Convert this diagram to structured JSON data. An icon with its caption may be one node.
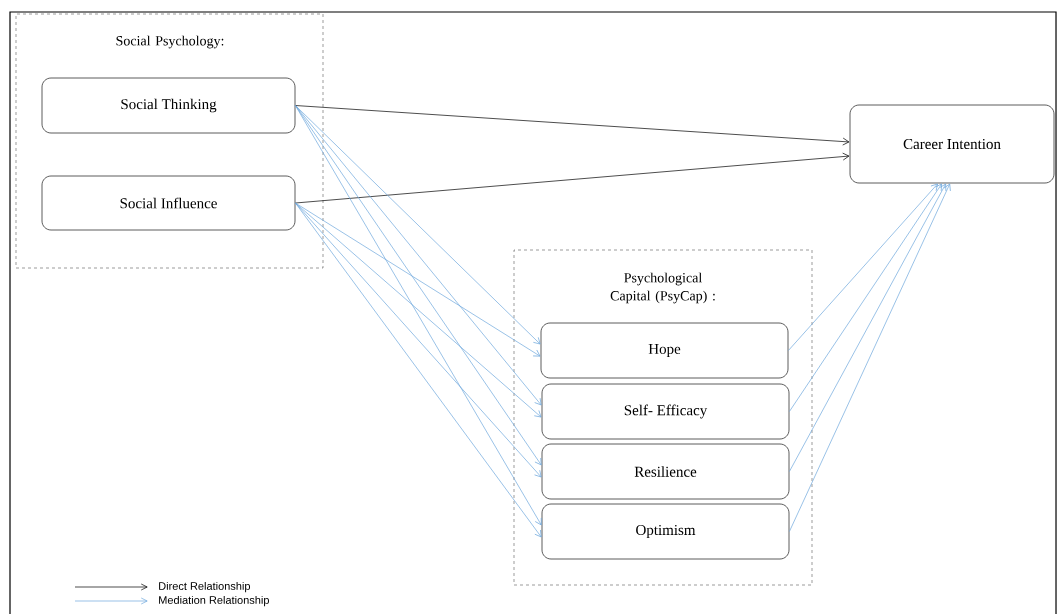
{
  "diagram": {
    "nodes": [
      {
        "text": [
          "Social Psychology:"
        ]
      },
      {
        "text": [
          "Social Thinking"
        ],
        "in": 0
      },
      {
        "text": [
          "Social Influence"
        ],
        "in": 0
      },
      {
        "text": [
          "Career Intention"
        ]
      },
      {
        "text": [
          "Psychological Capital (PsyCap) :"
        ]
      },
      {
        "text": [
          "Hope"
        ],
        "in": 4
      },
      {
        "text": [
          "Self- Efficacy"
        ],
        "in": 4
      },
      {
        "text": [
          "Resilience"
        ],
        "in": 4
      },
      {
        "text": [
          "Optimism"
        ],
        "in": 4
      }
    ],
    "edges": [
      {
        "from": 1,
        "to": 3,
        "arrow": "to",
        "color": "#000000"
      },
      {
        "from": 2,
        "to": 3,
        "arrow": "to",
        "color": "#000000"
      },
      {
        "from": 1,
        "to": 5,
        "arrow": "to"
      },
      {
        "from": 1,
        "to": 6,
        "arrow": "to"
      },
      {
        "from": 1,
        "to": 7,
        "arrow": "to"
      },
      {
        "from": 1,
        "to": 8,
        "arrow": "to"
      },
      {
        "from": 2,
        "to": 5,
        "arrow": "to"
      },
      {
        "from": 2,
        "to": 6,
        "arrow": "to"
      },
      {
        "from": 2,
        "to": 7,
        "arrow": "to"
      },
      {
        "from": 2,
        "to": 8,
        "arrow": "to"
      },
      {
        "from": 5,
        "to": 3,
        "arrow": "to"
      },
      {
        "from": 6,
        "to": 3,
        "arrow": "to"
      },
      {
        "from": 7,
        "to": 3,
        "arrow": "to"
      },
      {
        "from": 8,
        "to": 3,
        "arrow": "to"
      }
    ],
    "legend": [
      {
        "text": "Direct Relationship"
      },
      {
        "text": "Mediation Relationship"
      }
    ]
  }
}
